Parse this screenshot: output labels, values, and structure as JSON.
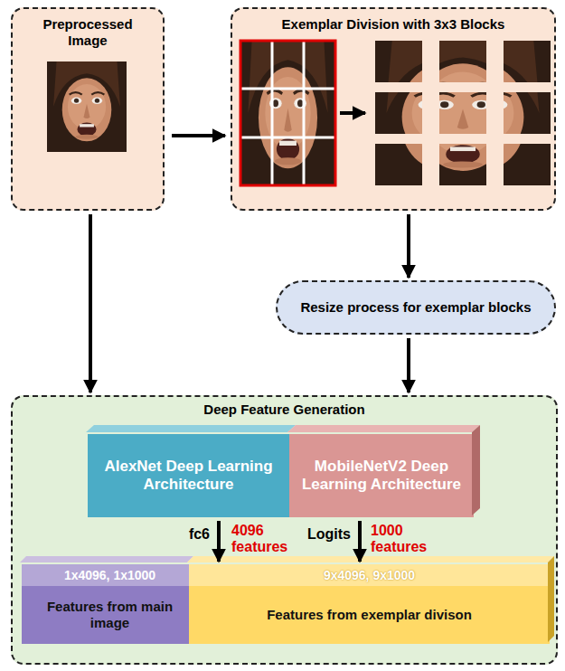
{
  "diagram": {
    "nodes": [
      {
        "text": [
          "Preprocessed Image"
        ]
      },
      {
        "text": [
          "Exemplar Division with 3x3 Blocks"
        ]
      },
      {
        "text": [
          "Resize process for exemplar blocks"
        ]
      },
      {
        "text": [
          "Deep Feature Generation"
        ]
      },
      {
        "text": [
          "AlexNet Deep Learning Architecture"
        ],
        "in": 3
      },
      {
        "text": [
          "MobileNetV2 Deep Learning Architecture"
        ],
        "in": 3
      },
      {
        "text": [
          "1x4096, 1x1000",
          "Features from main image"
        ],
        "in": 3
      },
      {
        "text": [
          "9x4096, 9x1000",
          "Features from exemplar divison"
        ],
        "in": 3
      }
    ],
    "edges": [
      {
        "from": 0,
        "to": 1,
        "arrow": "to"
      },
      {
        "from": 1,
        "to": 2,
        "arrow": "to"
      },
      {
        "from": 2,
        "to": 3,
        "arrow": "to"
      },
      {
        "from": 0,
        "to": 3,
        "arrow": "to"
      },
      {
        "from": 4,
        "to": 7,
        "label": "fc6",
        "arrow": "to"
      },
      {
        "from": 5,
        "to": 7,
        "label": "Logits",
        "arrow": "to"
      }
    ],
    "labels": [
      "4096 features",
      "1000 features"
    ]
  }
}
